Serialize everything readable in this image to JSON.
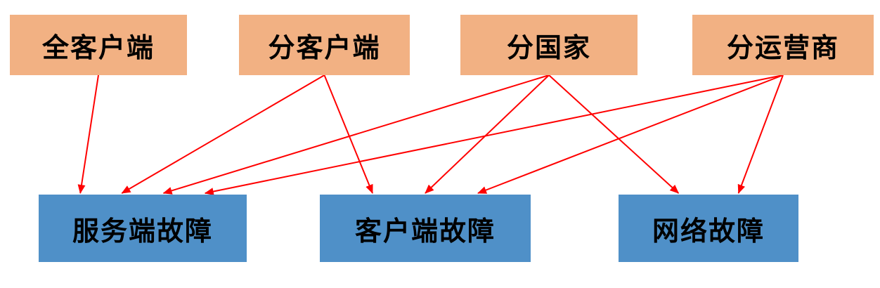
{
  "diagram": {
    "top_nodes": [
      {
        "id": "all-clients",
        "label": "全客户端"
      },
      {
        "id": "by-client",
        "label": "分客户端"
      },
      {
        "id": "by-country",
        "label": "分国家"
      },
      {
        "id": "by-carrier",
        "label": "分运营商"
      }
    ],
    "bottom_nodes": [
      {
        "id": "server-fault",
        "label": "服务端故障"
      },
      {
        "id": "client-fault",
        "label": "客户端故障"
      },
      {
        "id": "network-fault",
        "label": "网络故障"
      }
    ],
    "edges": [
      {
        "from": "all-clients",
        "to": "server-fault"
      },
      {
        "from": "by-client",
        "to": "server-fault"
      },
      {
        "from": "by-client",
        "to": "client-fault"
      },
      {
        "from": "by-country",
        "to": "server-fault"
      },
      {
        "from": "by-country",
        "to": "client-fault"
      },
      {
        "from": "by-country",
        "to": "network-fault"
      },
      {
        "from": "by-carrier",
        "to": "server-fault"
      },
      {
        "from": "by-carrier",
        "to": "client-fault"
      },
      {
        "from": "by-carrier",
        "to": "network-fault"
      }
    ],
    "colors": {
      "top_fill": "#F2B183",
      "bottom_fill": "#4F90C8",
      "arrow": "#FF0000",
      "text": "#000000"
    }
  }
}
